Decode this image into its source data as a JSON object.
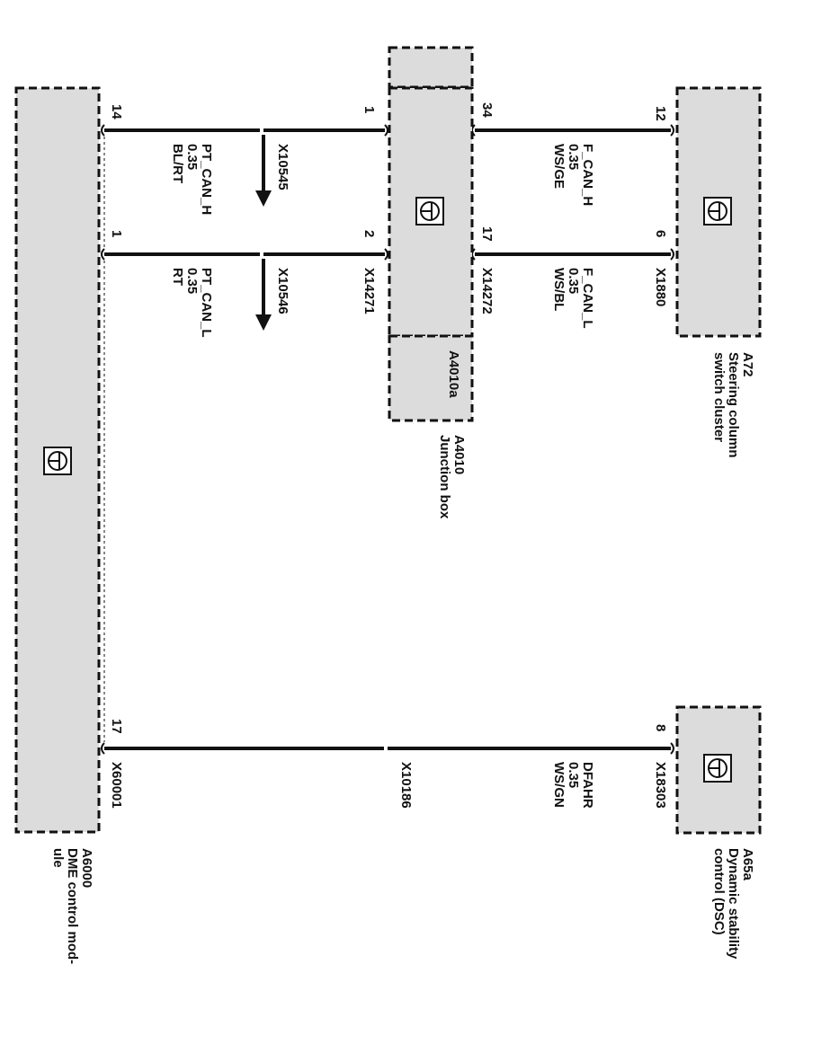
{
  "components": {
    "a72": {
      "id": "A72",
      "name_lines": [
        "Steering column",
        "switch cluster"
      ]
    },
    "a4010": {
      "id": "A4010",
      "name_lines": [
        "Junction box"
      ],
      "sub_id": "A4010a"
    },
    "a65a": {
      "id": "A65a",
      "name_lines": [
        "Dynamic stability",
        "control (DSC)"
      ]
    },
    "a6000": {
      "id": "A6000",
      "name_lines": [
        "DME control mod-",
        "ule"
      ]
    }
  },
  "connectors": {
    "x1880": "X1880",
    "x14272": "X14272",
    "x14271": "X14271",
    "x18303": "X18303",
    "x60001": "X60001",
    "x10545": "X10545",
    "x10546": "X10546",
    "x10186": "X10186"
  },
  "pins": {
    "a72_top": "12",
    "a72_bottom": "6",
    "jb_right_top": "34",
    "jb_right_bottom": "17",
    "jb_left_top": "1",
    "jb_left_bottom": "2",
    "dme_top": "14",
    "dme_mid": "1",
    "dsc": "8",
    "dme_bottom": "17"
  },
  "wires": {
    "f_can_h": [
      "F_CAN_H",
      "0.35",
      "WS/GE"
    ],
    "f_can_l": [
      "F_CAN_L",
      "0.35",
      "WS/BL"
    ],
    "pt_can_h": [
      "PT_CAN_H",
      "0.35",
      "BL/RT"
    ],
    "pt_can_l": [
      "PT_CAN_L",
      "0.35",
      "RT"
    ],
    "dfahr": [
      "DFAHR",
      "0.35",
      "WS/GN"
    ]
  },
  "colors": {
    "box_fill": "#dcdcdc",
    "line": "#111111"
  },
  "icons": {
    "control_unit": "ground-symbol-icon"
  }
}
